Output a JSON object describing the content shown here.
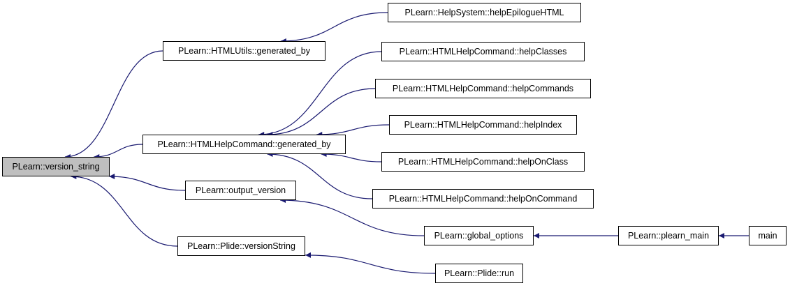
{
  "graph": {
    "edge_color": "#191970",
    "root_fill": "#bfbfbf",
    "nodes": {
      "version_string": "PLearn::version_string",
      "htmlutils_generated_by": "PLearn::HTMLUtils::generated_by",
      "htmlhelpcommand_generated_by": "PLearn::HTMLHelpCommand::generated_by",
      "output_version": "PLearn::output_version",
      "plide_versionstring": "PLearn::Plide::versionString",
      "helpepiloguehtml": "PLearn::HelpSystem::helpEpilogueHTML",
      "helpclasses": "PLearn::HTMLHelpCommand::helpClasses",
      "helpcommands": "PLearn::HTMLHelpCommand::helpCommands",
      "helpindex": "PLearn::HTMLHelpCommand::helpIndex",
      "helponclass": "PLearn::HTMLHelpCommand::helpOnClass",
      "helponcommand": "PLearn::HTMLHelpCommand::helpOnCommand",
      "global_options": "PLearn::global_options",
      "plide_run": "PLearn::Plide::run",
      "plearn_main": "PLearn::plearn_main",
      "main": "main"
    },
    "edges": [
      {
        "from": "htmlutils_generated_by",
        "to": "version_string"
      },
      {
        "from": "htmlhelpcommand_generated_by",
        "to": "version_string"
      },
      {
        "from": "output_version",
        "to": "version_string"
      },
      {
        "from": "plide_versionstring",
        "to": "version_string"
      },
      {
        "from": "helpepiloguehtml",
        "to": "htmlutils_generated_by"
      },
      {
        "from": "helpclasses",
        "to": "htmlhelpcommand_generated_by"
      },
      {
        "from": "helpcommands",
        "to": "htmlhelpcommand_generated_by"
      },
      {
        "from": "helpindex",
        "to": "htmlhelpcommand_generated_by"
      },
      {
        "from": "helponclass",
        "to": "htmlhelpcommand_generated_by"
      },
      {
        "from": "helponcommand",
        "to": "htmlhelpcommand_generated_by"
      },
      {
        "from": "global_options",
        "to": "output_version"
      },
      {
        "from": "plide_run",
        "to": "plide_versionstring"
      },
      {
        "from": "plearn_main",
        "to": "global_options"
      },
      {
        "from": "main",
        "to": "plearn_main"
      }
    ]
  }
}
